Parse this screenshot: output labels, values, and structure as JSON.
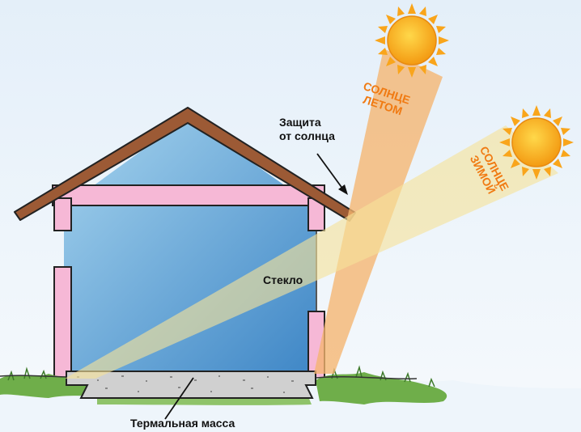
{
  "labels": {
    "sun_protection_line1": "Защита",
    "sun_protection_line2": "от солнца",
    "glass": "Стекло",
    "thermal_mass": "Термальная масса",
    "summer_sun_line1": "СОЛНЦЕ",
    "summer_sun_line2": "ЛЕТОМ",
    "winter_sun_line1": "СОЛНЦЕ",
    "winter_sun_line2": "ЗИМОЙ"
  },
  "colors": {
    "roof": "#9c5a35",
    "wall": "#f6b8d6",
    "glass": "#8cc4e4",
    "sun": "#f9a51b",
    "summer_beam": "#f5b570",
    "winter_beam": "#f5e29a",
    "label_sun": "#f07a12",
    "grass": "#6fae4a",
    "concrete": "#cfcfcf"
  }
}
